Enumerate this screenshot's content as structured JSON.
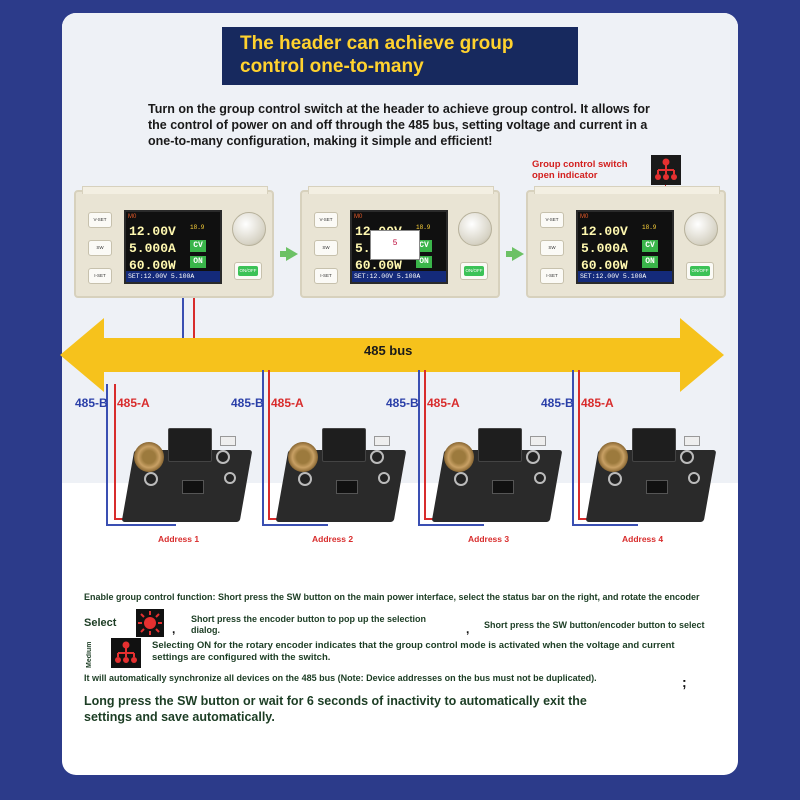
{
  "title": {
    "line1": "The header can achieve group",
    "line2": "control one-to-many"
  },
  "intro": "Turn on the group control switch at the header to achieve group control. It allows for the control of power on and off through the 485 bus, setting voltage and current in a one-to-many configuration, making it simple and efficient!",
  "indicator_label": {
    "line1": "Group control switch",
    "line2": "open indicator"
  },
  "module": {
    "buttons": [
      "V-SET",
      "SW",
      "I-SET"
    ],
    "mode": "M0",
    "voltage": "12.00V",
    "current": "5.000A",
    "power": "60.00W",
    "cv": "CV",
    "on": "ON",
    "temp": "18.9",
    "set_line": "SET:12.00V 5.100A",
    "onoff": "ON/OFF",
    "popup": "5"
  },
  "bus_label": "485 bus",
  "wire_labels": {
    "b": "485-B",
    "a": "485-A"
  },
  "addresses": [
    "Address 1",
    "Address 2",
    "Address 3",
    "Address 4"
  ],
  "instructions": {
    "enable": "Enable group control function: Short press the SW button on the main power interface, select the status bar on the right, and rotate the encoder",
    "select": "Select",
    "comma": ",",
    "step1": "Short press the encoder button to pop up the selection dialog.",
    "step2": "Short press the SW button/encoder button to select",
    "medium": "Medium",
    "step3": "Selecting ON for the rotary encoder indicates that the group control mode is activated when the voltage and current settings are configured with the switch.",
    "sync": "It will automatically synchronize all devices on the 485 bus (Note: Device addresses on the bus must not be duplicated).",
    "semicolon": ";",
    "longpress": "Long press the SW button or wait for 6 seconds of inactivity to automatically exit the settings and save automatically."
  },
  "colors": {
    "frame": "#2c3b8a",
    "title_bg": "#17295e",
    "title_text": "#ffd22e",
    "bus": "#f6c21c",
    "wire_b": "#3a4fb2",
    "wire_a": "#d82c2c",
    "instruction_text": "#1c3d24"
  }
}
